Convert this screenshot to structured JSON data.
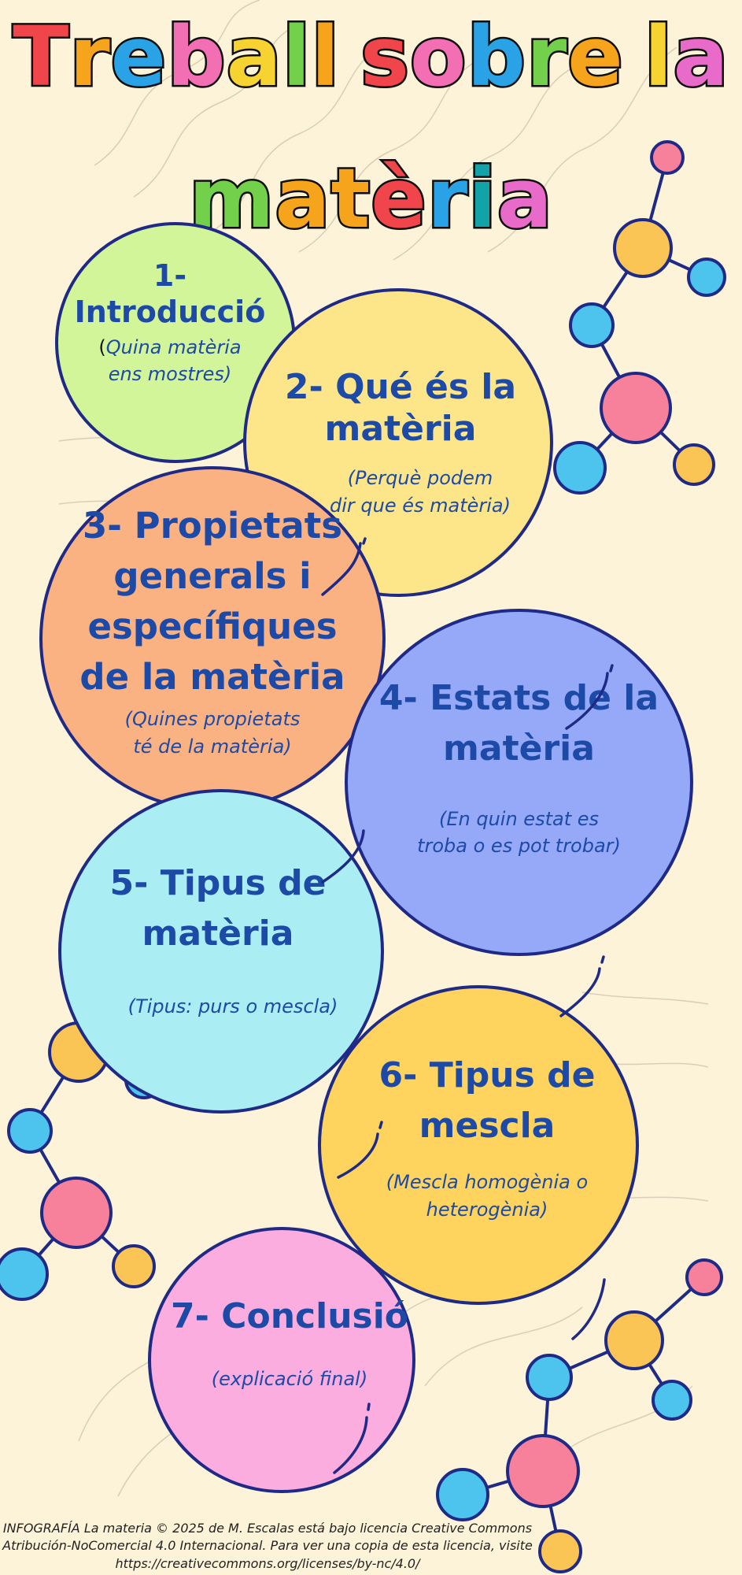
{
  "title": {
    "line1": [
      "T",
      "r",
      "e",
      "b",
      "a",
      "l",
      "l",
      " ",
      "s",
      "o",
      "b",
      "r",
      "e",
      " ",
      "l",
      "a"
    ],
    "line1_colors": [
      "#f0454a",
      "#f7a41d",
      "#2aa3e6",
      "#f36fb4",
      "#f7d332",
      "#72d04a",
      "#f7a41d",
      "",
      "#f0454a",
      "#f36fb4",
      "#2aa3e6",
      "#72d04a",
      "#f7a41d",
      "",
      "#f7d332",
      "#e86ac9"
    ],
    "line2": [
      "m",
      "a",
      "t",
      "è",
      "r",
      "i",
      "a"
    ],
    "line2_colors": [
      "#72d04a",
      "#f7a41d",
      "#f7a41d",
      "#f0454a",
      "#2aa3e6",
      "#12a2a8",
      "#e86ac9"
    ]
  },
  "sections": [
    {
      "heading_lines": [
        "1- Introducció"
      ],
      "sub_paren": "(",
      "sub_lines": [
        "Quina matèria",
        "ens mostres)"
      ],
      "fill": "#d3f59a"
    },
    {
      "heading_lines": [
        "2- Qué és la",
        "matèria"
      ],
      "sub_lines": [
        "(Perquè podem",
        "dir que és matèria)"
      ],
      "fill": "#fde58a"
    },
    {
      "heading_lines": [
        "3- Propietats",
        "generals i",
        "específiques",
        "de la matèria"
      ],
      "sub_lines": [
        "(Quines propietats",
        "té de la matèria)"
      ],
      "fill": "#fbb282"
    },
    {
      "heading_lines": [
        "4- Estats de la",
        "matèria"
      ],
      "sub_lines": [
        "(En quin estat es",
        "troba o es pot trobar)"
      ],
      "fill": "#96a9f9"
    },
    {
      "heading_lines": [
        "5- Tipus de",
        "matèria"
      ],
      "sub_lines": [
        "(Tipus: purs o mescla)"
      ],
      "fill": "#aaedf2"
    },
    {
      "heading_lines": [
        "6- Tipus de",
        "mescla"
      ],
      "sub_lines": [
        "(Mescla homogènia o",
        "heterogènia)"
      ],
      "fill": "#fed35e"
    },
    {
      "heading_lines": [
        "7- Conclusió"
      ],
      "sub_lines": [
        "(explicació final)"
      ],
      "fill": "#fbade0"
    }
  ],
  "credit": {
    "line1": "INFOGRAFÍA La materia © 2025 de M. Escalas está bajo licencia Creative Commons",
    "line2": "Atribución-NoComercial 4.0 Internacional. Para ver una copia de esta licencia, visite",
    "line3": "https://creativecommons.org/licenses/by-nc/4.0/"
  },
  "colors": {
    "outline": "#1e2a86",
    "text_blue": "#1c4aa6",
    "background": "#fdf3d9",
    "atom_pink": "#f7819a",
    "atom_orange": "#fbc556",
    "atom_blue": "#4cc4ee"
  },
  "icons": [
    "molecule-icon-top-right",
    "molecule-icon-left",
    "molecule-icon-bottom-right"
  ]
}
